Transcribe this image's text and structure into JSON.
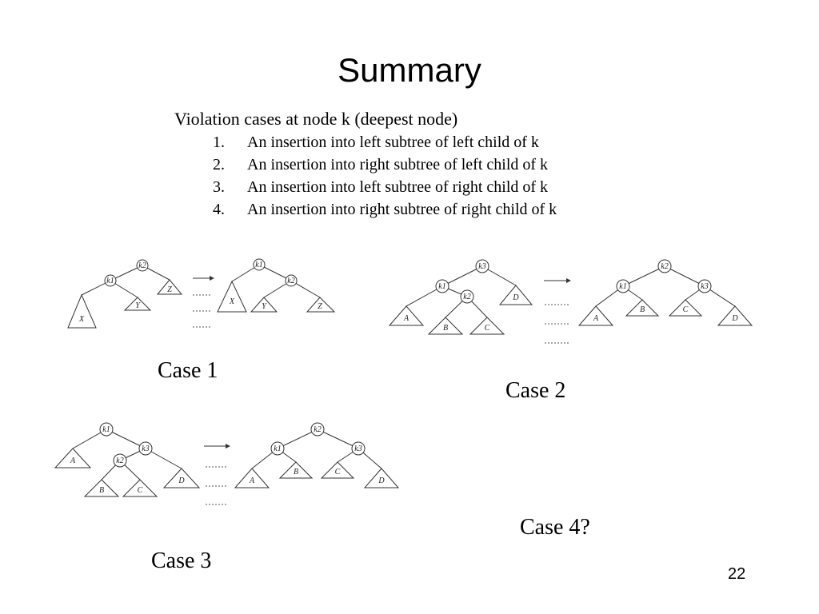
{
  "slide": {
    "title": "Summary",
    "intro": "Violation cases at node k (deepest node)",
    "cases": [
      {
        "num": "1.",
        "text": "An insertion into left subtree of left child of k"
      },
      {
        "num": "2.",
        "text": "An insertion into right subtree of left child of k"
      },
      {
        "num": "3.",
        "text": "An insertion into left subtree of right child of k"
      },
      {
        "num": "4.",
        "text": "An insertion into right subtree of right child of k"
      }
    ],
    "captions": {
      "case1": "Case 1",
      "case2": "Case 2",
      "case3": "Case 3",
      "case4": "Case 4?"
    },
    "page_number": "22"
  },
  "diagrams": [
    {
      "before": {
        "nodes": [
          "k2",
          "k1"
        ],
        "subtrees": [
          "X",
          "Y",
          "Z"
        ]
      },
      "after": {
        "nodes": [
          "k1",
          "k2"
        ],
        "subtrees": [
          "X",
          "Y",
          "Z"
        ]
      }
    },
    {
      "before": {
        "nodes": [
          "k3",
          "k1",
          "k2"
        ],
        "subtrees": [
          "A",
          "B",
          "C",
          "D"
        ]
      },
      "after": {
        "nodes": [
          "k2",
          "k1",
          "k3"
        ],
        "subtrees": [
          "A",
          "B",
          "C",
          "D"
        ]
      }
    },
    {
      "before": {
        "nodes": [
          "k1",
          "k3",
          "k2"
        ],
        "subtrees": [
          "A",
          "B",
          "C",
          "D"
        ]
      },
      "after": {
        "nodes": [
          "k2",
          "k1",
          "k3"
        ],
        "subtrees": [
          "A",
          "B",
          "C",
          "D"
        ]
      }
    }
  ]
}
